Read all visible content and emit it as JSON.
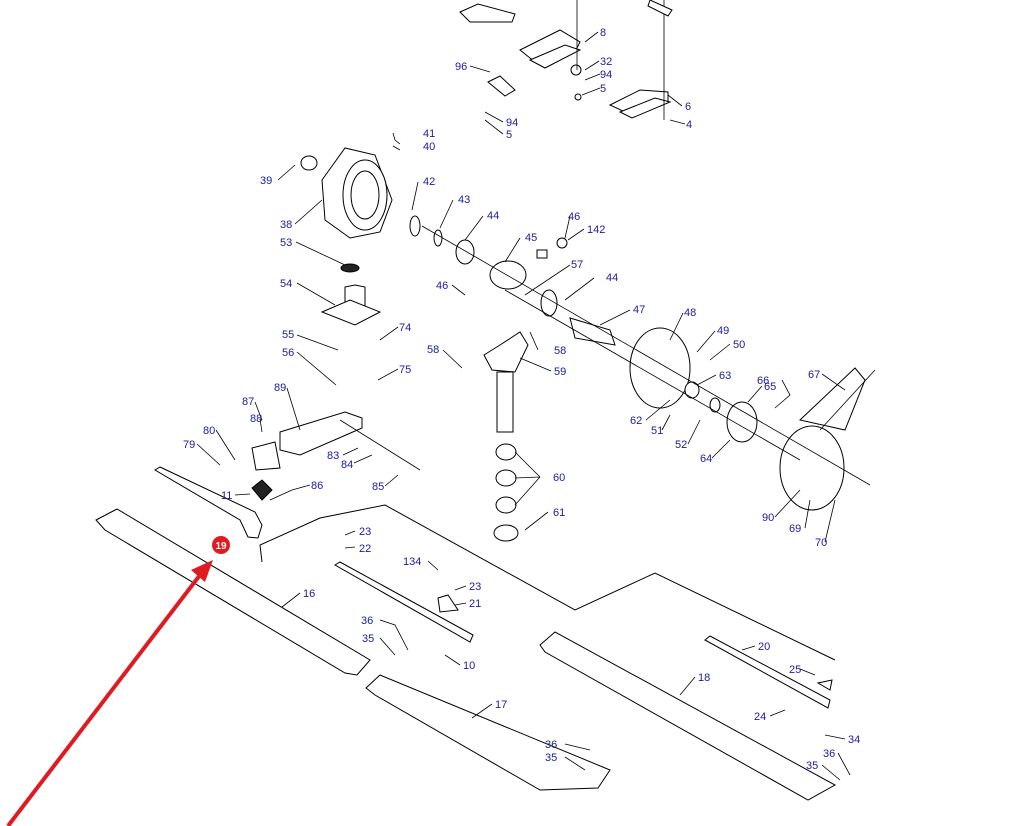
{
  "diagram": {
    "callout_labels": [
      "41",
      "40",
      "39",
      "42",
      "43",
      "44",
      "46",
      "142",
      "38",
      "53",
      "45",
      "57",
      "54",
      "44",
      "46",
      "47",
      "48",
      "55",
      "74",
      "58",
      "58",
      "59",
      "56",
      "49",
      "50",
      "75",
      "89",
      "63",
      "87",
      "67",
      "65",
      "66",
      "88",
      "80",
      "62",
      "51",
      "52",
      "79",
      "83",
      "84",
      "64",
      "60",
      "85",
      "86",
      "11",
      "61",
      "90",
      "69",
      "70",
      "23",
      "22",
      "19",
      "134",
      "23",
      "21",
      "16",
      "36",
      "35",
      "10",
      "20",
      "18",
      "25",
      "17",
      "24",
      "34",
      "36",
      "35",
      "36",
      "35",
      "8",
      "32",
      "94",
      "5",
      "96",
      "94",
      "5",
      "6",
      "4"
    ],
    "highlight_badge": "19",
    "colors": {
      "label": "#1a1aa6",
      "highlight": "#e11a22",
      "line": "#000000"
    }
  }
}
